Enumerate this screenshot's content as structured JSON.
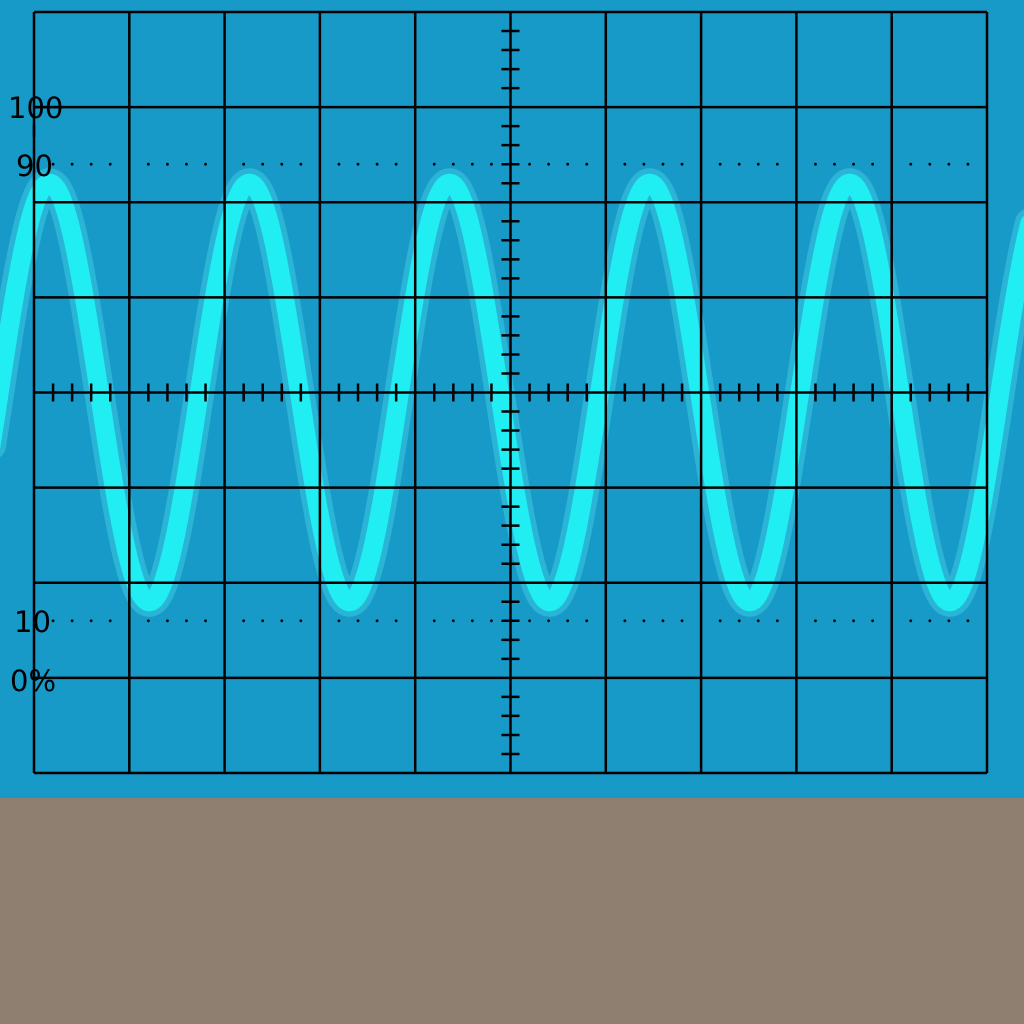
{
  "colors": {
    "screen_background": "#179AC8",
    "trace": "#1FF4F6",
    "trace_glow": "#4DE8F0",
    "graticule": "#000000",
    "bench": "#8E7F71"
  },
  "icons": {
    "graticule": "oscilloscope-graticule",
    "trace": "sine-waveform"
  },
  "scale_labels": {
    "top": "100",
    "upper_reference": "90",
    "lower_reference": "10",
    "bottom": "0%"
  },
  "chart_data": {
    "type": "line",
    "title": "",
    "xlabel": "",
    "ylabel": "",
    "grid": true,
    "legend": "none",
    "graticule": {
      "major_divisions_x": 10,
      "major_divisions_y": 8,
      "minor_ticks_per_division": 5
    },
    "xlim": [
      0,
      10
    ],
    "ylim": [
      -4,
      4
    ],
    "reference_lines": [
      {
        "label": "90",
        "y": 2.4
      },
      {
        "label": "10",
        "y": -2.4
      }
    ],
    "series": [
      {
        "waveform": "sine",
        "amplitude_divisions": 2.2,
        "offset_divisions": 0,
        "period_divisions": 2.1,
        "phase_of_first_peak_divisions": 0.16
      }
    ]
  }
}
